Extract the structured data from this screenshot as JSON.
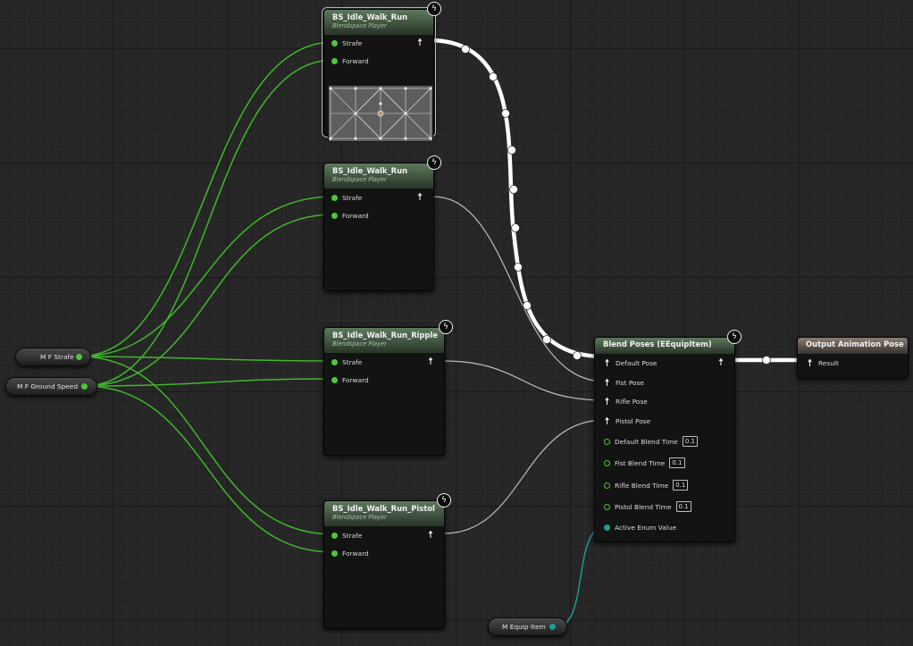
{
  "nodes": {
    "bs1": {
      "title": "BS_Idle_Walk_Run",
      "subtitle": "Blendspace Player",
      "pins": [
        "Strafe",
        "Forward"
      ]
    },
    "bs2": {
      "title": "BS_Idle_Walk_Run",
      "subtitle": "Blendspace Player",
      "pins": [
        "Strafe",
        "Forward"
      ]
    },
    "bs3": {
      "title": "BS_Idle_Walk_Run_Ripple",
      "subtitle": "Blendspace Player",
      "pins": [
        "Strafe",
        "Forward"
      ]
    },
    "bs4": {
      "title": "BS_Idle_Walk_Run_Pistol",
      "subtitle": "Blendspace Player",
      "pins": [
        "Strafe",
        "Forward"
      ]
    },
    "blend": {
      "title": "Blend Poses (EEquipItem)",
      "pose_pins": [
        "Default Pose",
        "Fist Pose",
        "Rifle Pose",
        "Pistol Pose"
      ],
      "time_pins": [
        {
          "label": "Default Blend Time",
          "value": "0.1"
        },
        {
          "label": "Fist Blend Time",
          "value": "0.1"
        },
        {
          "label": "Rifle Blend Time",
          "value": "0.1"
        },
        {
          "label": "Pistol Blend Time",
          "value": "0.1"
        }
      ],
      "enum_pin": "Active Enum Value"
    },
    "output": {
      "title": "Output Animation Pose",
      "pin": "Result"
    }
  },
  "variables": {
    "strafe": "M F Strafe",
    "ground_speed": "M F Ground Speed",
    "equip_item": "M Equip Item"
  },
  "colors": {
    "float_pin": "#4dc832",
    "enum_pin": "#1b9e94",
    "pose_wire": "#ffffff",
    "inactive_pose_wire": "#bfbfbf",
    "blendspace_header": "#5d7a5c",
    "output_header": "#8a7c70"
  },
  "icons": {
    "fast_path": "lightning-bolt-icon",
    "pose": "pose-figure-icon"
  }
}
